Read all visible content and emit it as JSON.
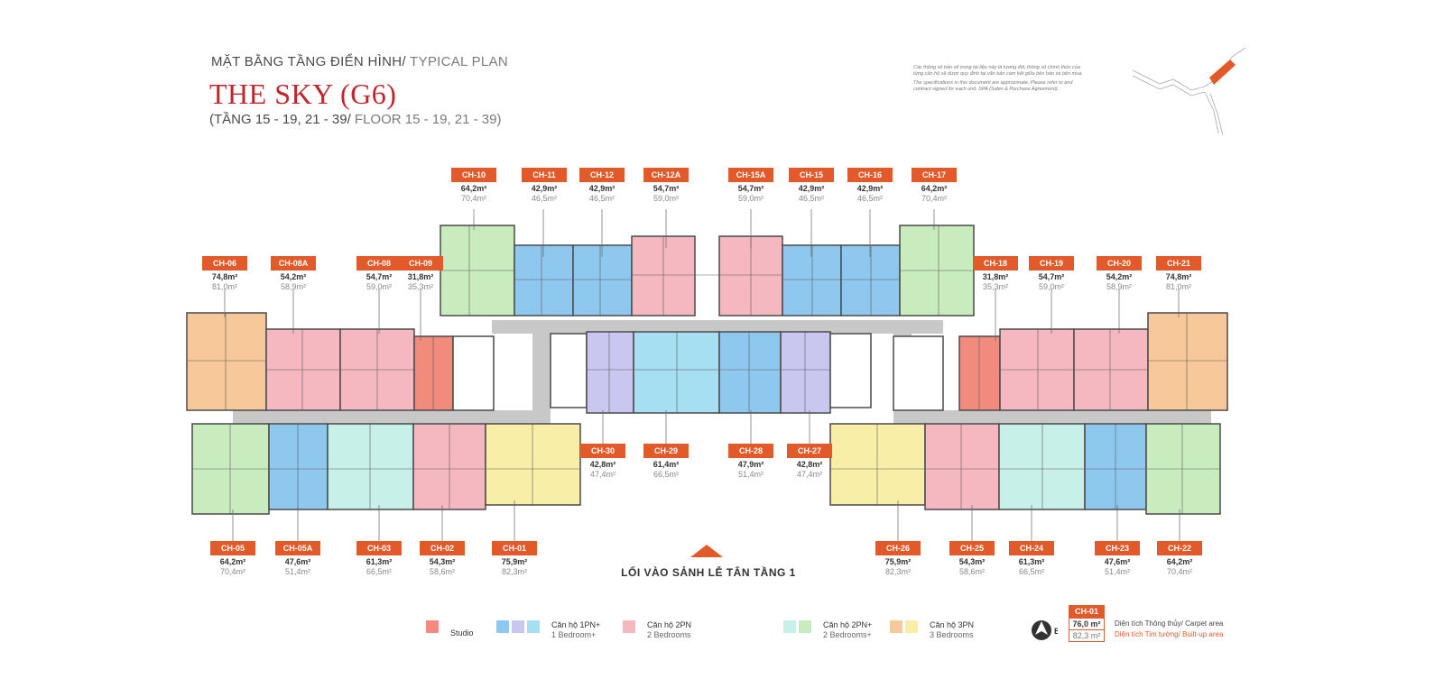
{
  "header": {
    "subtitle_vi": "MẶT BẰNG TẦNG ĐIỂN HÌNH/ ",
    "subtitle_en": "TYPICAL PLAN",
    "title": "THE SKY (G6)",
    "floors_vi": "(TẦNG 15 - 19, 21 - 39/ ",
    "floors_en": "FLOOR 15 - 19, 21 - 39)"
  },
  "disclaimer": {
    "vi": "Các thông số bản vẽ trong tài liệu này là tương đối, thông số chính thức của từng căn hộ sẽ được quy định tại văn bản cam kết giữa bên bán và bên mua.",
    "en": "The specifications in this document are approximate. Please refer to and contract signed for each unit. SPA (Sales & Purchase Agreement)."
  },
  "colors": {
    "studio": "#f08b7e",
    "onebr_a": "#8fc8ef",
    "onebr_b": "#c9c6f0",
    "onebr_c": "#a6def2",
    "twobr": "#f5b8c0",
    "twobr_plus_a": "#c6f0e8",
    "twobr_plus_b": "#c9ecbf",
    "threebr_a": "#f7c89a",
    "threebr_b": "#f8eea8",
    "accent": "#e2592a",
    "title": "#c0262b"
  },
  "units": [
    {
      "id": "CH-10",
      "carpet": "64,2m²",
      "builtup": "70,4m²"
    },
    {
      "id": "CH-11",
      "carpet": "42,9m²",
      "builtup": "46,5m²"
    },
    {
      "id": "CH-12",
      "carpet": "42,9m²",
      "builtup": "46,5m²"
    },
    {
      "id": "CH-12A",
      "carpet": "54,7m²",
      "builtup": "59,0m²"
    },
    {
      "id": "CH-15A",
      "carpet": "54,7m²",
      "builtup": "59,0m²"
    },
    {
      "id": "CH-15",
      "carpet": "42,9m²",
      "builtup": "46,5m²"
    },
    {
      "id": "CH-16",
      "carpet": "42,9m²",
      "builtup": "46,5m²"
    },
    {
      "id": "CH-17",
      "carpet": "64,2m²",
      "builtup": "70,4m²"
    },
    {
      "id": "CH-06",
      "carpet": "74,8m²",
      "builtup": "81,0m²"
    },
    {
      "id": "CH-08A",
      "carpet": "54,2m²",
      "builtup": "58,9m²"
    },
    {
      "id": "CH-08",
      "carpet": "54,7m²",
      "builtup": "59,0m²"
    },
    {
      "id": "CH-09",
      "carpet": "31,8m²",
      "builtup": "35,3m²"
    },
    {
      "id": "CH-18",
      "carpet": "31,8m²",
      "builtup": "35,3m²"
    },
    {
      "id": "CH-19",
      "carpet": "54,7m²",
      "builtup": "59,0m²"
    },
    {
      "id": "CH-20",
      "carpet": "54,2m²",
      "builtup": "58,9m²"
    },
    {
      "id": "CH-21",
      "carpet": "74,8m²",
      "builtup": "81,0m²"
    },
    {
      "id": "CH-30",
      "carpet": "42,8m²",
      "builtup": "47,4m²"
    },
    {
      "id": "CH-29",
      "carpet": "61,4m²",
      "builtup": "66,5m²"
    },
    {
      "id": "CH-28",
      "carpet": "47,9m²",
      "builtup": "51,4m²"
    },
    {
      "id": "CH-27",
      "carpet": "42,8m²",
      "builtup": "47,4m²"
    },
    {
      "id": "CH-05",
      "carpet": "64,2m²",
      "builtup": "70,4m²"
    },
    {
      "id": "CH-05A",
      "carpet": "47,6m²",
      "builtup": "51,4m²"
    },
    {
      "id": "CH-03",
      "carpet": "61,3m²",
      "builtup": "66,5m²"
    },
    {
      "id": "CH-02",
      "carpet": "54,3m²",
      "builtup": "58,6m²"
    },
    {
      "id": "CH-01",
      "carpet": "75,9m²",
      "builtup": "82,3m²"
    },
    {
      "id": "CH-26",
      "carpet": "75,9m²",
      "builtup": "82,3m²"
    },
    {
      "id": "CH-25",
      "carpet": "54,3m²",
      "builtup": "58,6m²"
    },
    {
      "id": "CH-24",
      "carpet": "61,3m²",
      "builtup": "66,5m²"
    },
    {
      "id": "CH-23",
      "carpet": "47,6m²",
      "builtup": "51,4m²"
    },
    {
      "id": "CH-22",
      "carpet": "64,2m²",
      "builtup": "70,4m²"
    }
  ],
  "entrance": {
    "label": "LỐI VÀO SẢNH LỄ TÂN TẦNG 1"
  },
  "legend": {
    "studio": {
      "label": "Studio"
    },
    "onebr": {
      "vi": "Căn hộ 1PN+",
      "en": "1 Bedroom+"
    },
    "twobr": {
      "vi": "Căn hộ 2PN",
      "en": "2 Bedrooms"
    },
    "twobr_plus": {
      "vi": "Căn hộ 2PN+",
      "en": "2 Bedrooms+"
    },
    "threebr": {
      "vi": "Căn hộ 3PN",
      "en": "3 Bedrooms"
    }
  },
  "compass": {
    "letter": "B"
  },
  "key": {
    "id": "CH-01",
    "carpet": "76,0 m²",
    "builtup": "82,3 m²",
    "carpet_label": "Diện tích Thông thủy/ Carpet area",
    "builtup_label": "Diện tích Tim tường/ Built-up area"
  }
}
